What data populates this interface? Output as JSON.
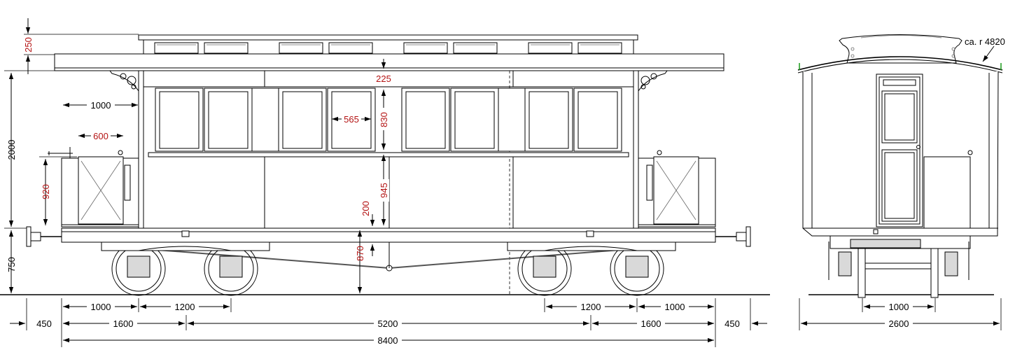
{
  "side_view": {
    "overall_length": "8400",
    "wheelbase_center": "5200",
    "end_overhang_left": "450",
    "end_overhang_right": "450",
    "bogie_offset_left": "1600",
    "bogie_offset_right": "1600",
    "axle_spacing_left": "1200",
    "axle_spacing_right": "1200",
    "platform_length_left": "1000",
    "platform_length_right": "1000",
    "platform_top_length": "1000",
    "platform_box_width": "600",
    "roof_lantern_height": "250",
    "body_height": "2000",
    "frame_height": "750",
    "lantern_to_window": "225",
    "window_width": "565",
    "window_height": "830",
    "wall_height_below_window": "945",
    "platform_box_height": "920",
    "frame_depth": "200",
    "floor_height": "870"
  },
  "end_view": {
    "roof_radius": "ca. r 4820",
    "body_width": "2600",
    "axle_spacing": "1000"
  },
  "colors": {
    "line": "#000000",
    "red_dimension": "#b41414",
    "roof_marker": "#1a9a1a"
  }
}
